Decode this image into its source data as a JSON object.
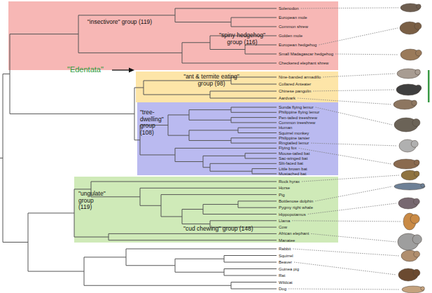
{
  "diagram": {
    "nodes": [
      {
        "text": [
          "\"insectivore\" group (119)",
          "\"spiny hedgehog\" group (116)"
        ]
      },
      {
        "text": [
          "\"ant & termite eating\" group (98)"
        ]
      },
      {
        "text": [
          "\"tree- dwelling\" group (108)"
        ]
      },
      {
        "text": [
          "\"ungulate\" group (119)",
          "\"cud chewing\" group (148)"
        ]
      }
    ],
    "labels": [
      "Solenodon",
      "European mole",
      "Common shrew",
      "Golden mole",
      "European hedgehog",
      "Small Madagascar hedgehog",
      "Checkered elephant shrew",
      "Nine-banded armadillo",
      "Collared Anteater",
      "Chinese pangolin",
      "Aardvark",
      "Sunda flying lemur",
      "Philippine flying lemur",
      "Pen-tailed treeshrew",
      "Common treeshrew",
      "Human",
      "Squirrel monkey",
      "Philippine tarsier",
      "Ringtailed lemur",
      "Flying fox",
      "Mouse-tailed bat",
      "Sac-winged bat",
      "Slit-faced bat",
      "Little brown bat",
      "Mustached bat",
      "Rock hyrax",
      "Horse",
      "Pig",
      "Bottlenose dolphin",
      "Pygmy right whale",
      "Hippopotamus",
      "Llama",
      "Cow",
      "African elephant",
      "Manatee",
      "Rabbit",
      "Squirrel",
      "Beaver",
      "Guinea pig",
      "Rat",
      "Wildcat",
      "Dog",
      "\"Edentata\""
    ]
  }
}
